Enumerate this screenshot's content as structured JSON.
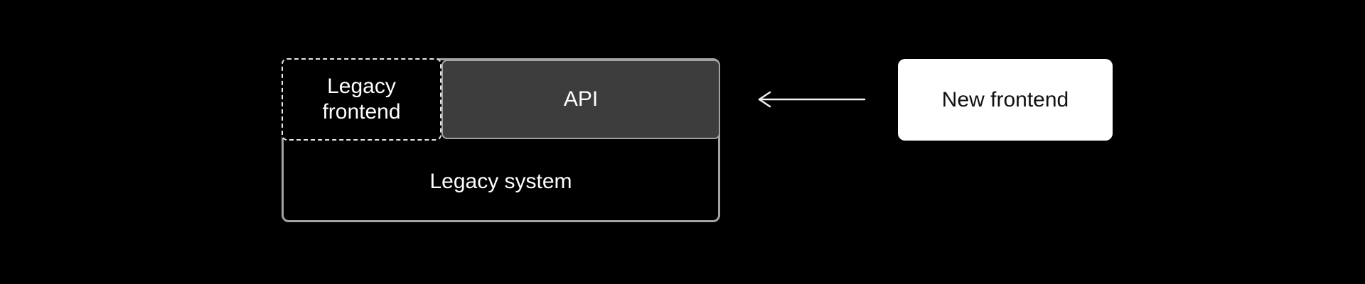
{
  "diagram": {
    "legacy_system": {
      "label": "Legacy system"
    },
    "legacy_frontend": {
      "label": "Legacy frontend",
      "lines": [
        "Legacy",
        "frontend"
      ]
    },
    "api": {
      "label": "API"
    },
    "new_frontend": {
      "label": "New frontend"
    },
    "arrow": {
      "from": "New frontend",
      "to": "API",
      "direction": "left"
    }
  },
  "colors": {
    "background": "#000000",
    "box_border": "#a3a3a3",
    "dashed_border": "#e6e6e6",
    "api_fill": "#3d3d3d",
    "new_frontend_fill": "#ffffff",
    "text_light": "#ffffff",
    "text_dark": "#111111",
    "arrow": "#f2f2f2"
  }
}
